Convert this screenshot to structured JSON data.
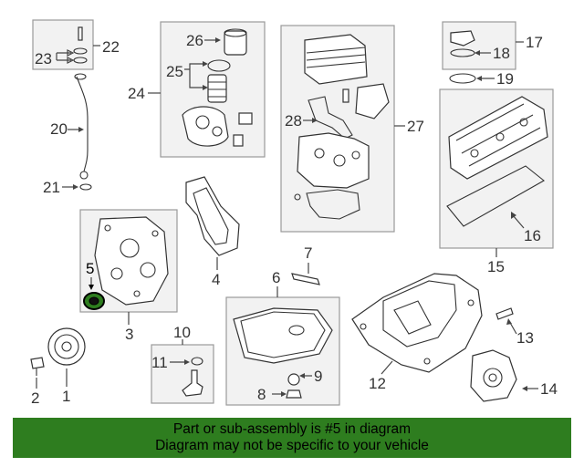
{
  "callouts": {
    "c1": "1",
    "c2": "2",
    "c3": "3",
    "c4": "4",
    "c5": "5",
    "c6": "6",
    "c7": "7",
    "c8": "8",
    "c9": "9",
    "c10": "10",
    "c11": "11",
    "c12": "12",
    "c13": "13",
    "c14": "14",
    "c15": "15",
    "c16": "16",
    "c17": "17",
    "c18": "18",
    "c19": "19",
    "c20": "20",
    "c21": "21",
    "c22": "22",
    "c23": "23",
    "c24": "24",
    "c25": "25",
    "c26": "26",
    "c27": "27",
    "c28": "28"
  },
  "highlight_callout": "5",
  "banner": {
    "line1": "Part or sub-assembly is #5 in diagram",
    "line2": "Diagram may not be specific to your vehicle"
  },
  "colors": {
    "banner_bg": "#2e7d1f",
    "box_fill": "#f2f2f2",
    "seal": "#2e7d1f"
  }
}
